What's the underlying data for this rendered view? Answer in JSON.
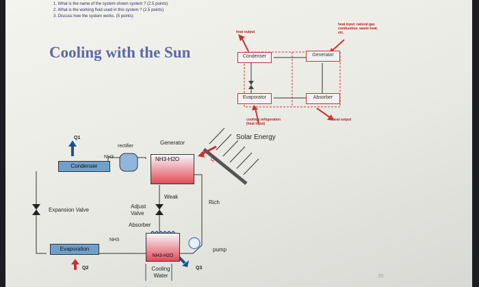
{
  "questions": [
    "1. What is the name of the system shown system ? (2.5 points)",
    "2. What is the working fluid used in this system ? (2.5 points)",
    "3. Discuss how the system works. (5 points)"
  ],
  "title": "Cooling with the Sun",
  "schematic": {
    "heat_output_top": "heat output",
    "heat_input": "heat input: natural gas combustion, waste heat, etc.",
    "heat_output_right": "heat output",
    "condenser": "Condenser",
    "generator": "Generator",
    "evaporator": "Evaporator",
    "absorber": "Absorber",
    "cooling_label": "cooling/ refrigeration (heat input)"
  },
  "diagram": {
    "solar_energy": "Solar Energy",
    "rectifier": "rectifier",
    "generator": "Generator",
    "nh3_top": "NH3",
    "nh3_h2o_gen": "NH3-H2O",
    "q4": "Q4",
    "q1": "Q1",
    "condenser": "Condenser",
    "weak": "Weak",
    "rich": "Rich",
    "expansion_valve": "Expansion Valve",
    "adjust_valve": "Adjust Valve",
    "absorber": "Absorber",
    "nh3_bottom": "NH3",
    "evaporation": "Evaporation",
    "nh3_h2o_abs": "NH3-H2O",
    "pump": "pump",
    "q2": "Q2",
    "q3": "Q3",
    "cooling_water": "Cooling Water"
  },
  "slide_number": "20",
  "colors": {
    "title": "#5a6aa8",
    "box_blue": "#6fa0cc",
    "box_red": "#e24b57",
    "arrow_red": "#c83232",
    "pipe": "#333333",
    "icon_blue": "#1f4f8f"
  }
}
